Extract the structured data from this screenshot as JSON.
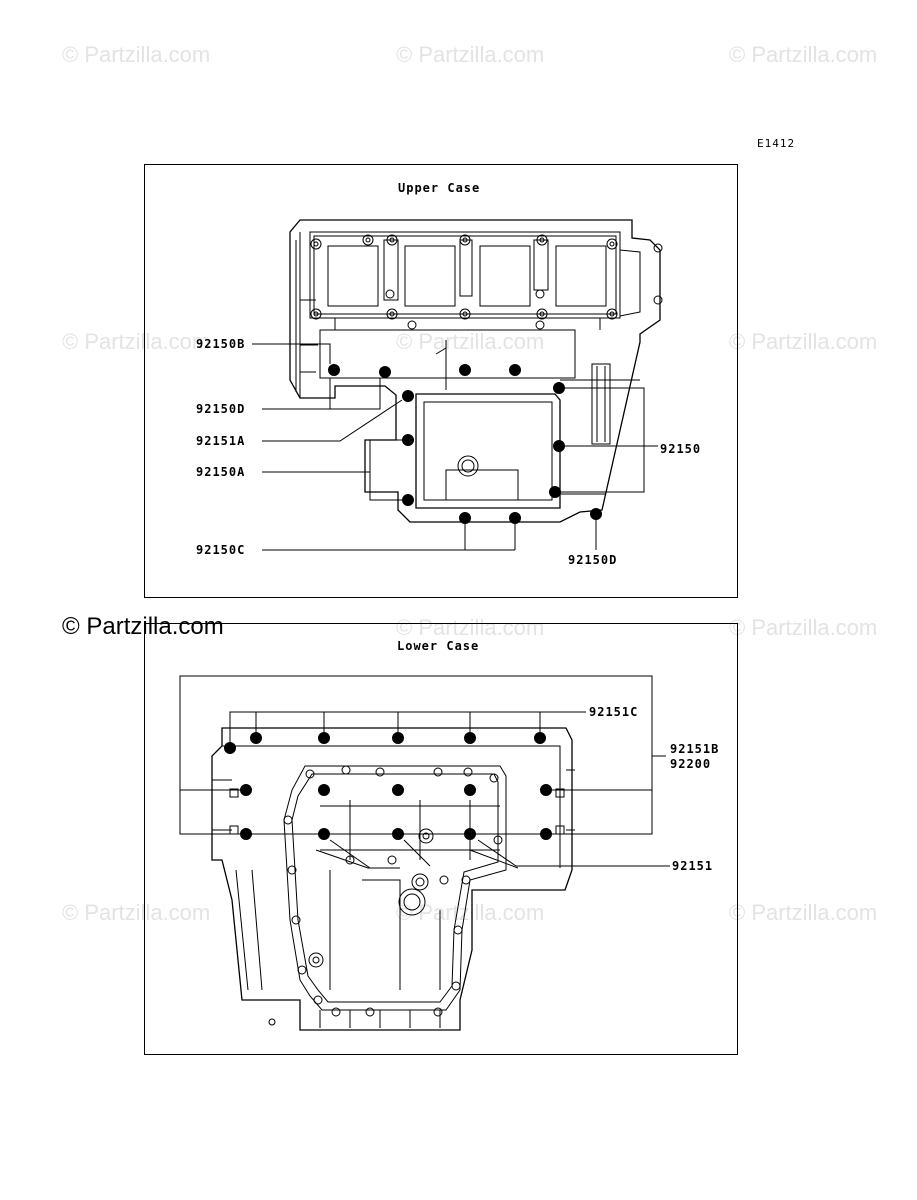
{
  "watermark": "© Partzilla.com",
  "diagram_code": "E1412",
  "upper_case": {
    "title": "Upper Case",
    "labels": [
      "92150B",
      "92150D",
      "92151A",
      "92150A",
      "92150",
      "92150C",
      "92150D"
    ]
  },
  "lower_case": {
    "title": "Lower Case",
    "labels": [
      "92151C",
      "92151B",
      "92200",
      "92151"
    ]
  },
  "colors": {
    "line": "#000000",
    "watermark": "#e3e3e3"
  }
}
